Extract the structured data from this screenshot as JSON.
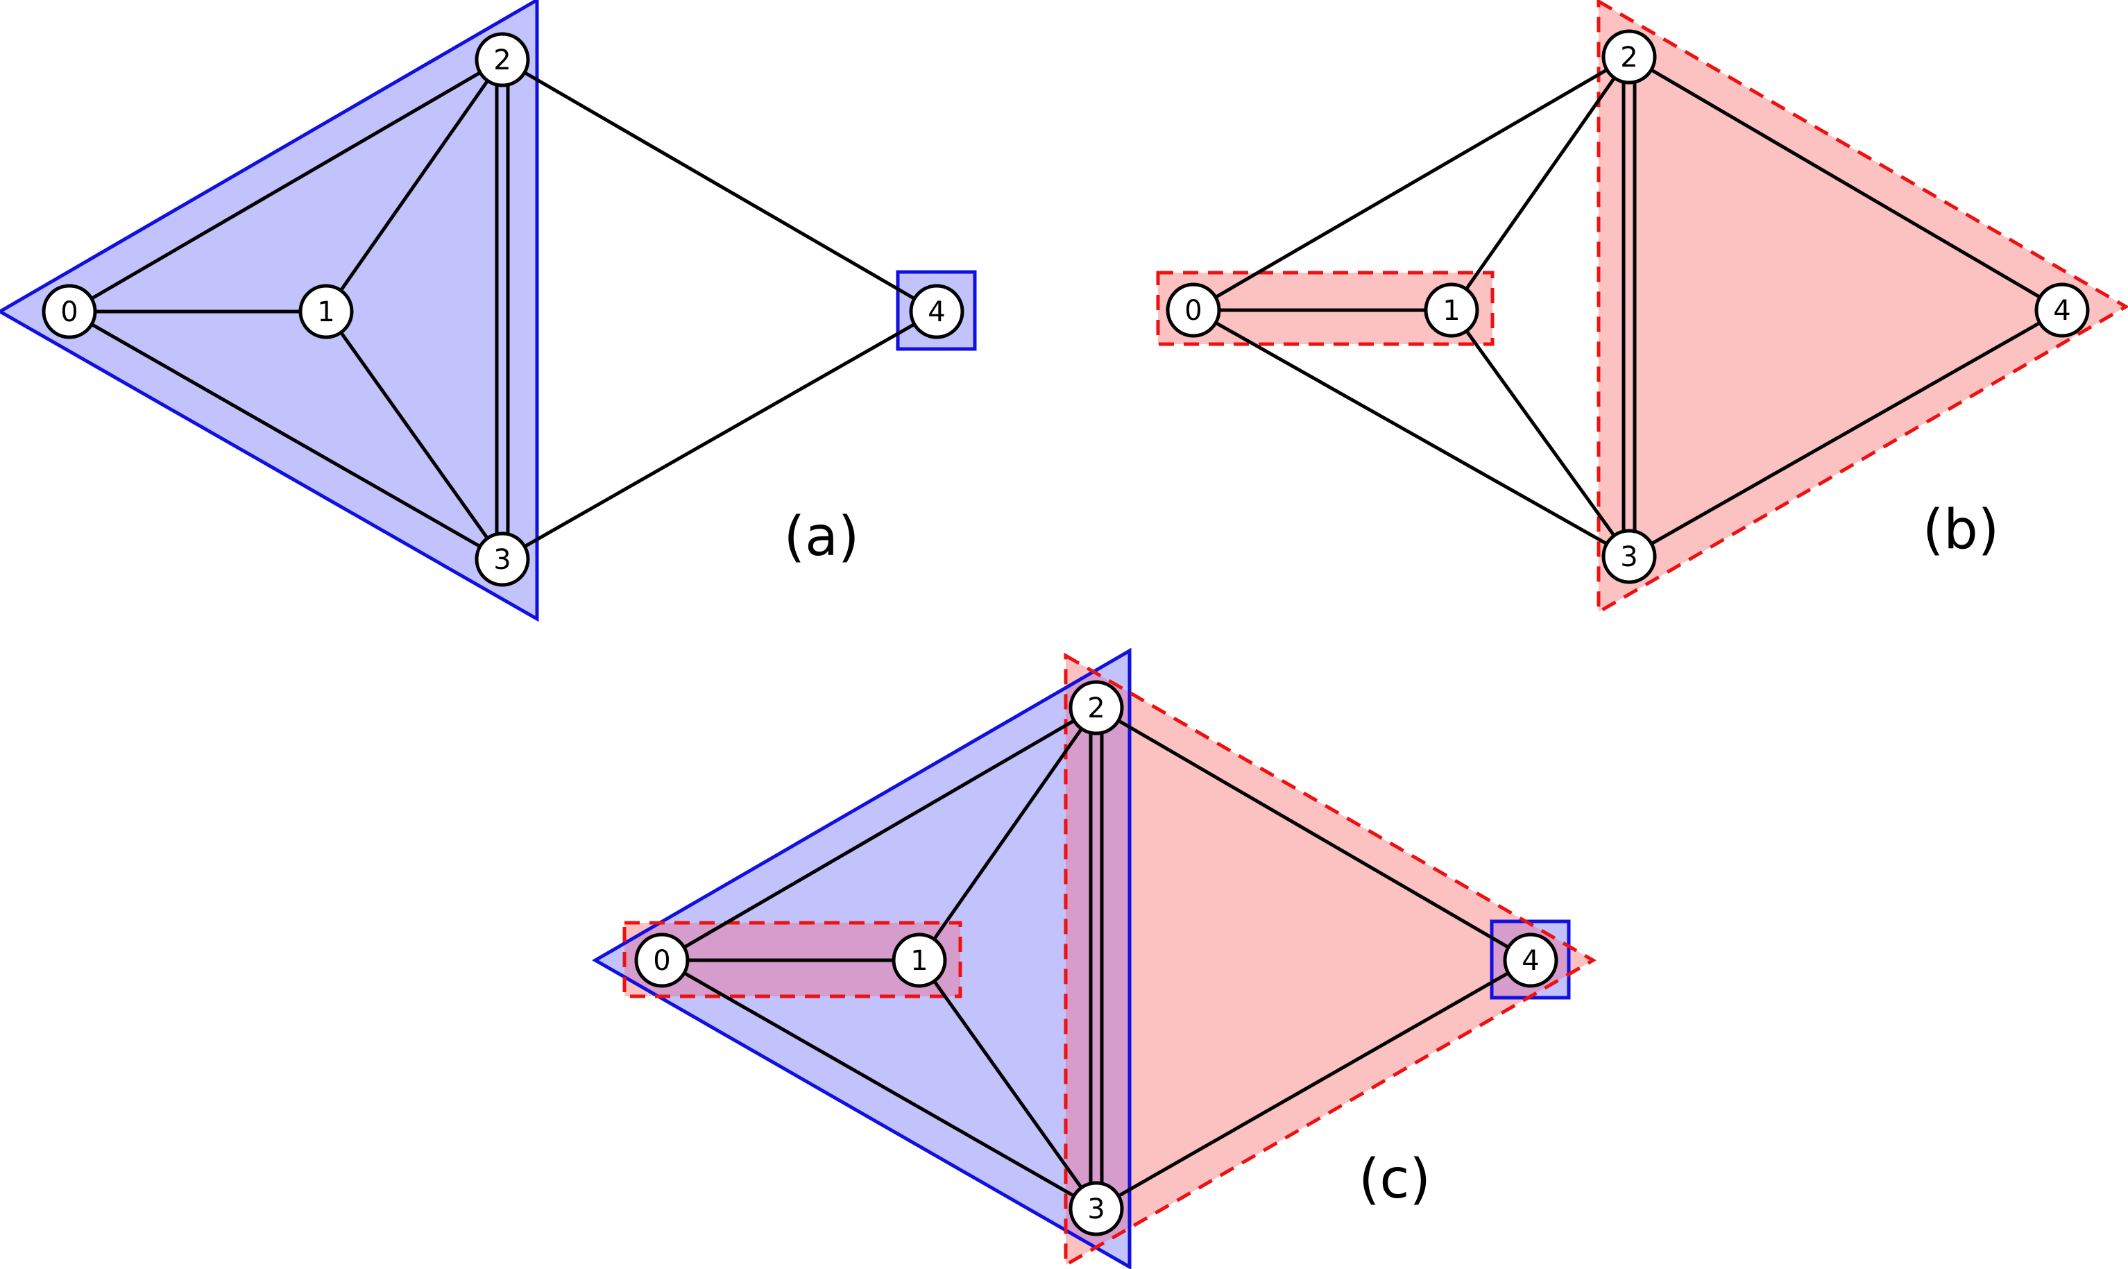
{
  "colors": {
    "blue_stroke": "#1010e0",
    "blue_fill": "#c2c2fc",
    "red_stroke": "#ee1111",
    "red_fill": "#fcc2c2",
    "overlap_fill": "#d69ccc",
    "edge": "#000000",
    "node_fill": "#ffffff"
  },
  "panels": [
    {
      "id": "a",
      "label": "(a)",
      "partitions": [
        "blue"
      ]
    },
    {
      "id": "b",
      "label": "(b)",
      "partitions": [
        "red"
      ]
    },
    {
      "id": "c",
      "label": "(c)",
      "partitions": [
        "blue",
        "red"
      ]
    }
  ],
  "graph": {
    "nodes": [
      "0",
      "1",
      "2",
      "3",
      "4"
    ],
    "edges": [
      [
        "0",
        "1"
      ],
      [
        "0",
        "2"
      ],
      [
        "0",
        "3"
      ],
      [
        "1",
        "2"
      ],
      [
        "1",
        "3"
      ],
      [
        "2",
        "3"
      ],
      [
        "2",
        "4"
      ],
      [
        "3",
        "4"
      ]
    ]
  },
  "partitions": {
    "blue": {
      "line_style": "solid",
      "groups": [
        [
          "0",
          "1",
          "2",
          "3"
        ],
        [
          "4"
        ]
      ]
    },
    "red": {
      "line_style": "dashed",
      "groups": [
        [
          "0",
          "1"
        ],
        [
          "2",
          "3",
          "4"
        ]
      ]
    }
  }
}
